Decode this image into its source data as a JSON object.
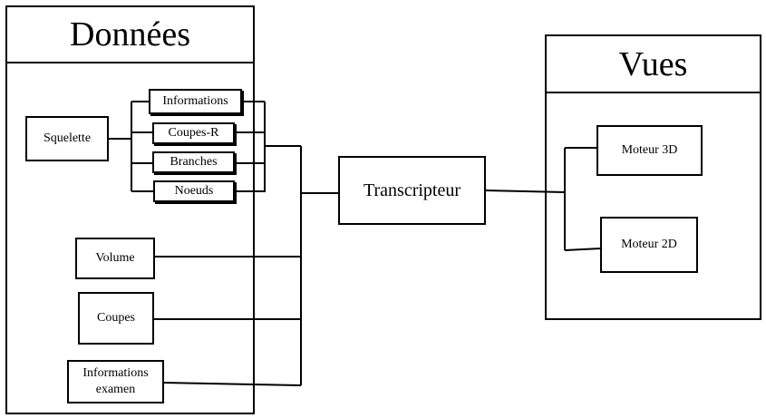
{
  "donnees": {
    "title": "Données",
    "squelette": "Squelette",
    "sub": {
      "informations": "Informations",
      "coupes_r": "Coupes-R",
      "branches": "Branches",
      "noeuds": "Noeuds"
    },
    "volume": "Volume",
    "coupes": "Coupes",
    "informations_examen_line1": "Informations",
    "informations_examen_line2": "examen"
  },
  "transcripteur": "Transcripteur",
  "vues": {
    "title": "Vues",
    "moteur_3d": "Moteur 3D",
    "moteur_2d": "Moteur 2D"
  }
}
